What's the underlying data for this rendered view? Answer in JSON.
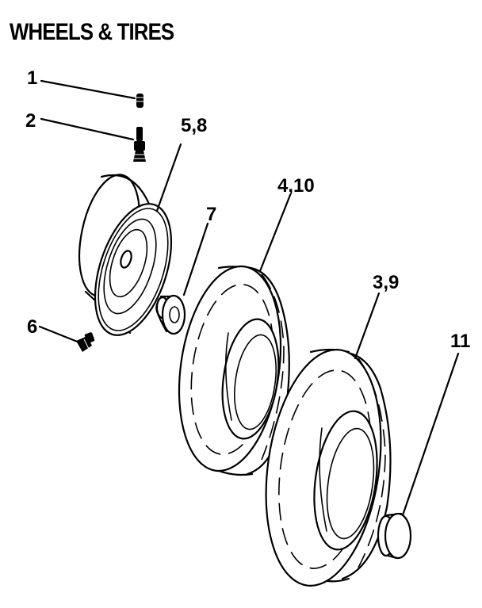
{
  "title": "WHEELS & TIRES",
  "callouts": {
    "c1": "1",
    "c2": "2",
    "c58": "5,8",
    "c7": "7",
    "c410": "4,10",
    "c39": "3,9",
    "c6": "6",
    "c11": "11"
  },
  "colors": {
    "line": "#000000",
    "background": "#ffffff"
  }
}
